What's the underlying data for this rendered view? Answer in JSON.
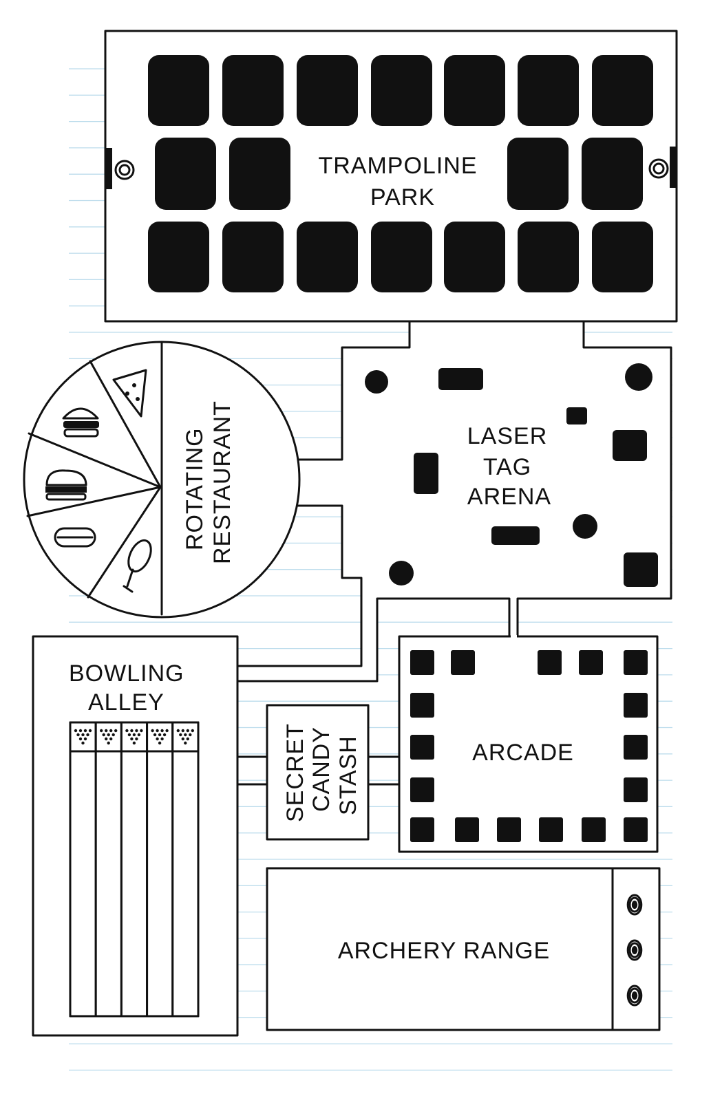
{
  "title": "Fun center map",
  "rooms": {
    "trampoline": [
      "TRAMPOLINE",
      "PARK"
    ],
    "laser_tag": [
      "LASER",
      "TAG",
      "ARENA"
    ],
    "restaurant": [
      "ROTATING",
      "RESTAURANT"
    ],
    "bowling": [
      "BOWLING",
      "ALLEY"
    ],
    "candy": [
      "SECRET",
      "CANDY",
      "STASH"
    ],
    "arcade": "ARCADE",
    "archery": "ARCHERY RANGE"
  },
  "restaurant_foods": [
    "pizza",
    "burger",
    "sandwich",
    "hot-dog",
    "drumstick"
  ],
  "bowling_lanes": 5,
  "archery_targets": 3,
  "colors": {
    "ink": "#111111",
    "paper_lines": "#bcdcec"
  }
}
